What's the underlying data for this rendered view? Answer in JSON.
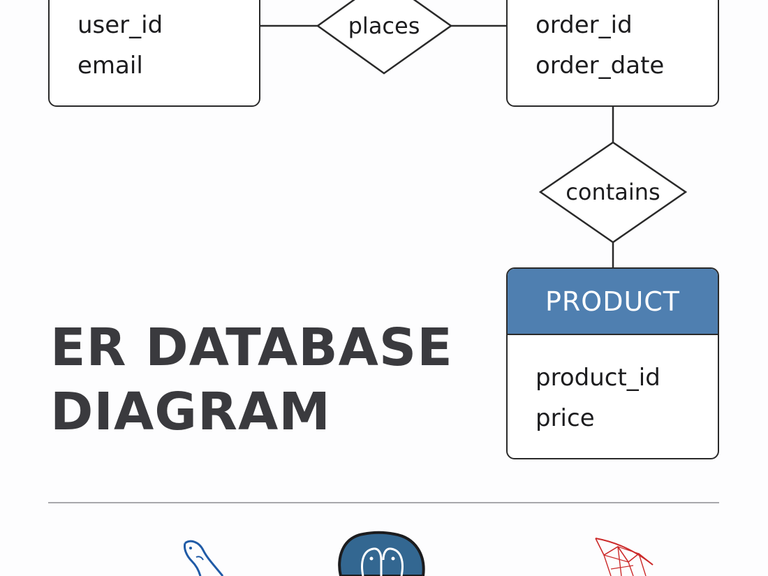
{
  "entities": {
    "user": {
      "attributes": [
        "user_id",
        "email"
      ]
    },
    "order": {
      "attributes": [
        "order_id",
        "order_date"
      ]
    },
    "product": {
      "name": "PRODUCT",
      "attributes": [
        "product_id",
        "price"
      ],
      "header_color": "#4f7fb0"
    }
  },
  "relationships": {
    "places": "places",
    "contains": "contains"
  },
  "title": {
    "line1": "ER DATABASE",
    "line2": "DIAGRAM"
  },
  "logos": {
    "first": "mysql-dolphin-icon",
    "second": "postgresql-elephant-icon",
    "third": "sql-server-icon"
  },
  "colors": {
    "mysql": "#1f5aa6",
    "postgresql": "#336791",
    "sqlserver": "#cc2a2a"
  }
}
